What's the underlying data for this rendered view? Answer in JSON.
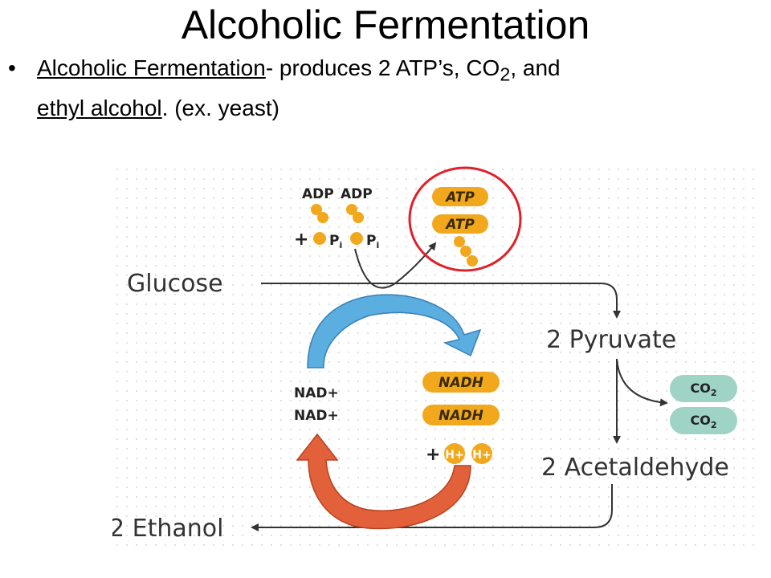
{
  "title": "Alcoholic Fermentation",
  "bullet": {
    "marker": "•",
    "term": "Alcoholic Fermentation",
    "after_term": "- produces 2 ATP’s, CO",
    "co2_sub": "2",
    "after_co2": ", and",
    "term2": "ethyl alcohol",
    "after_term2": ". (ex. yeast)"
  },
  "diagram": {
    "glucose": "Glucose",
    "pyruvate": "2 Pyruvate",
    "acetaldehyde": "2 Acetaldehyde",
    "ethanol": "2 Ethanol",
    "adp_1": "ADP",
    "adp_2": "ADP",
    "plus_1": "+",
    "pi_1": "P",
    "pi_1_sub": "i",
    "pi_2": "P",
    "pi_2_sub": "i",
    "atp_1": "ATP",
    "atp_2": "ATP",
    "nad_1": "NAD+",
    "nad_2": "NAD+",
    "nadh_1": "NADH",
    "nadh_2": "NADH",
    "plus_2": "+",
    "h_1": "H+",
    "h_2": "H+",
    "co2_1": "CO",
    "co2_1_sub": "2",
    "co2_2": "CO",
    "co2_2_sub": "2"
  },
  "colors": {
    "highlight_circle": "#e0202a",
    "atp_badge": "#f2a81d",
    "nadh_badge": "#f2a81d",
    "phosphate": "#f2a81d",
    "blue_arrow": "#5aaee0",
    "red_arrow": "#e2603a",
    "co2_badge": "#9fd3c6"
  }
}
